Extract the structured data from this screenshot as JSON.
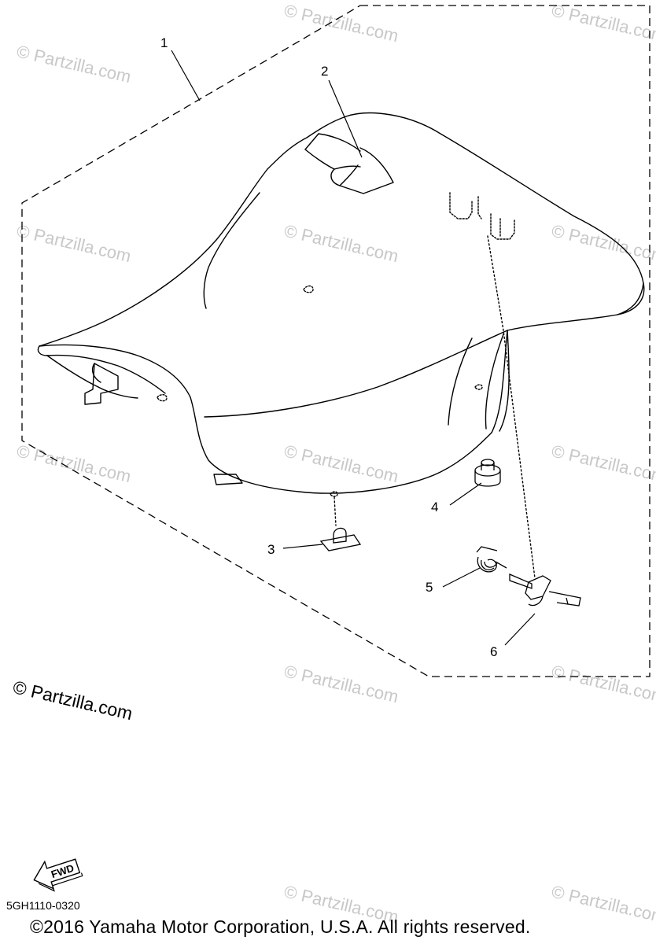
{
  "diagram": {
    "callouts": [
      "1",
      "2",
      "3",
      "4",
      "5",
      "6"
    ],
    "watermark_text": "© Partzilla.com",
    "brand_watermark": "© Partzilla.com",
    "direction_badge": "FWD",
    "part_code": "5GH1110-0320",
    "copyright": "©2016 Yamaha Motor Corporation, U.S.A. All rights reserved."
  }
}
